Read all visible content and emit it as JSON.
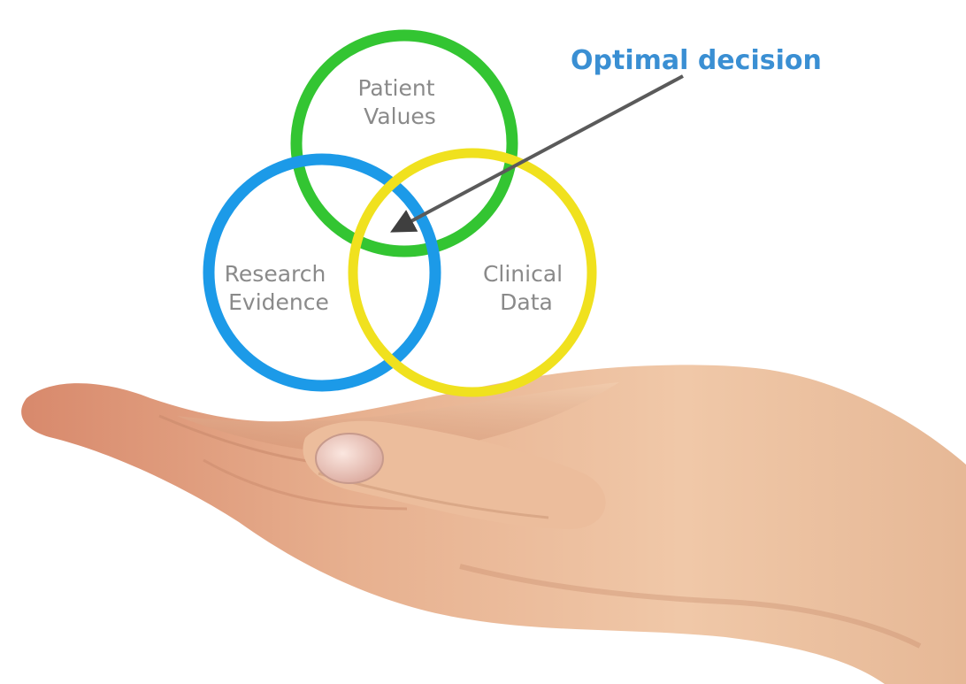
{
  "diagram": {
    "type": "venn",
    "circles": [
      {
        "name": "patient-values",
        "lines": [
          "Patient",
          "Values"
        ],
        "color": "#33c532"
      },
      {
        "name": "research-evidence",
        "lines": [
          "Research",
          "Evidence"
        ],
        "color": "#1c9ae8"
      },
      {
        "name": "clinical-data",
        "lines": [
          "Clinical",
          "Data"
        ],
        "color": "#f0e11e"
      }
    ],
    "callout": {
      "label": "Optimal decision",
      "color": "#3a8fd3",
      "arrow_color": "#555555"
    }
  },
  "illustration": {
    "description_icon": "open-hand-palm-up-icon",
    "skin_color": "#e8b48f"
  }
}
